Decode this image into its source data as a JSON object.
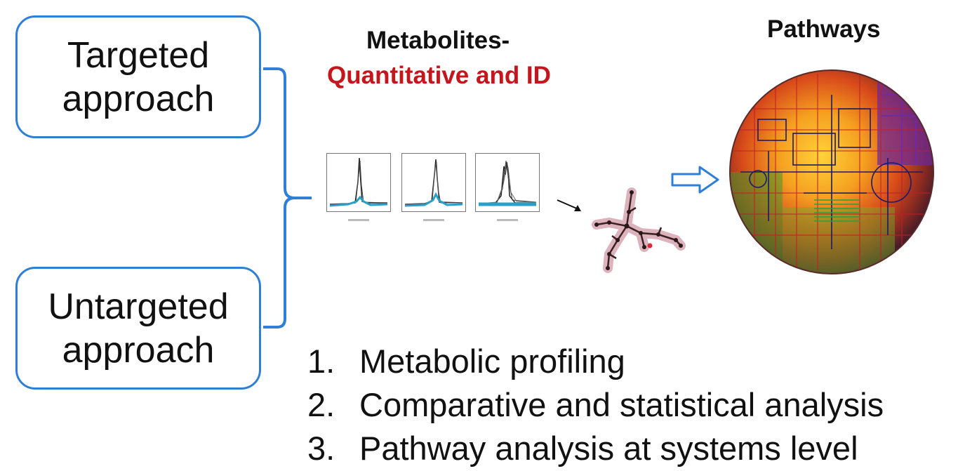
{
  "approaches": {
    "targeted": [
      "Targeted",
      "approach"
    ],
    "untargeted": [
      "Untargeted",
      "approach"
    ]
  },
  "metabolites": {
    "title": "Metabolites-",
    "subtitle": "Quantitative and ID"
  },
  "pathways": {
    "title": "Pathways"
  },
  "steps": [
    {
      "num": "1.",
      "text": "Metabolic profiling"
    },
    {
      "num": "2.",
      "text": "Comparative and statistical analysis"
    },
    {
      "num": "3.",
      "text": "Pathway analysis at systems level"
    }
  ],
  "colors": {
    "box_border": "#2f7fd6",
    "subtitle": "#c4161c",
    "chromatogram_base": "#2aa0c8",
    "arrow": "#2f7fd6"
  },
  "icons": [
    "chromatogram-plot",
    "molecule-structure-icon",
    "hollow-right-arrow-icon",
    "pathway-map-sphere-icon"
  ]
}
